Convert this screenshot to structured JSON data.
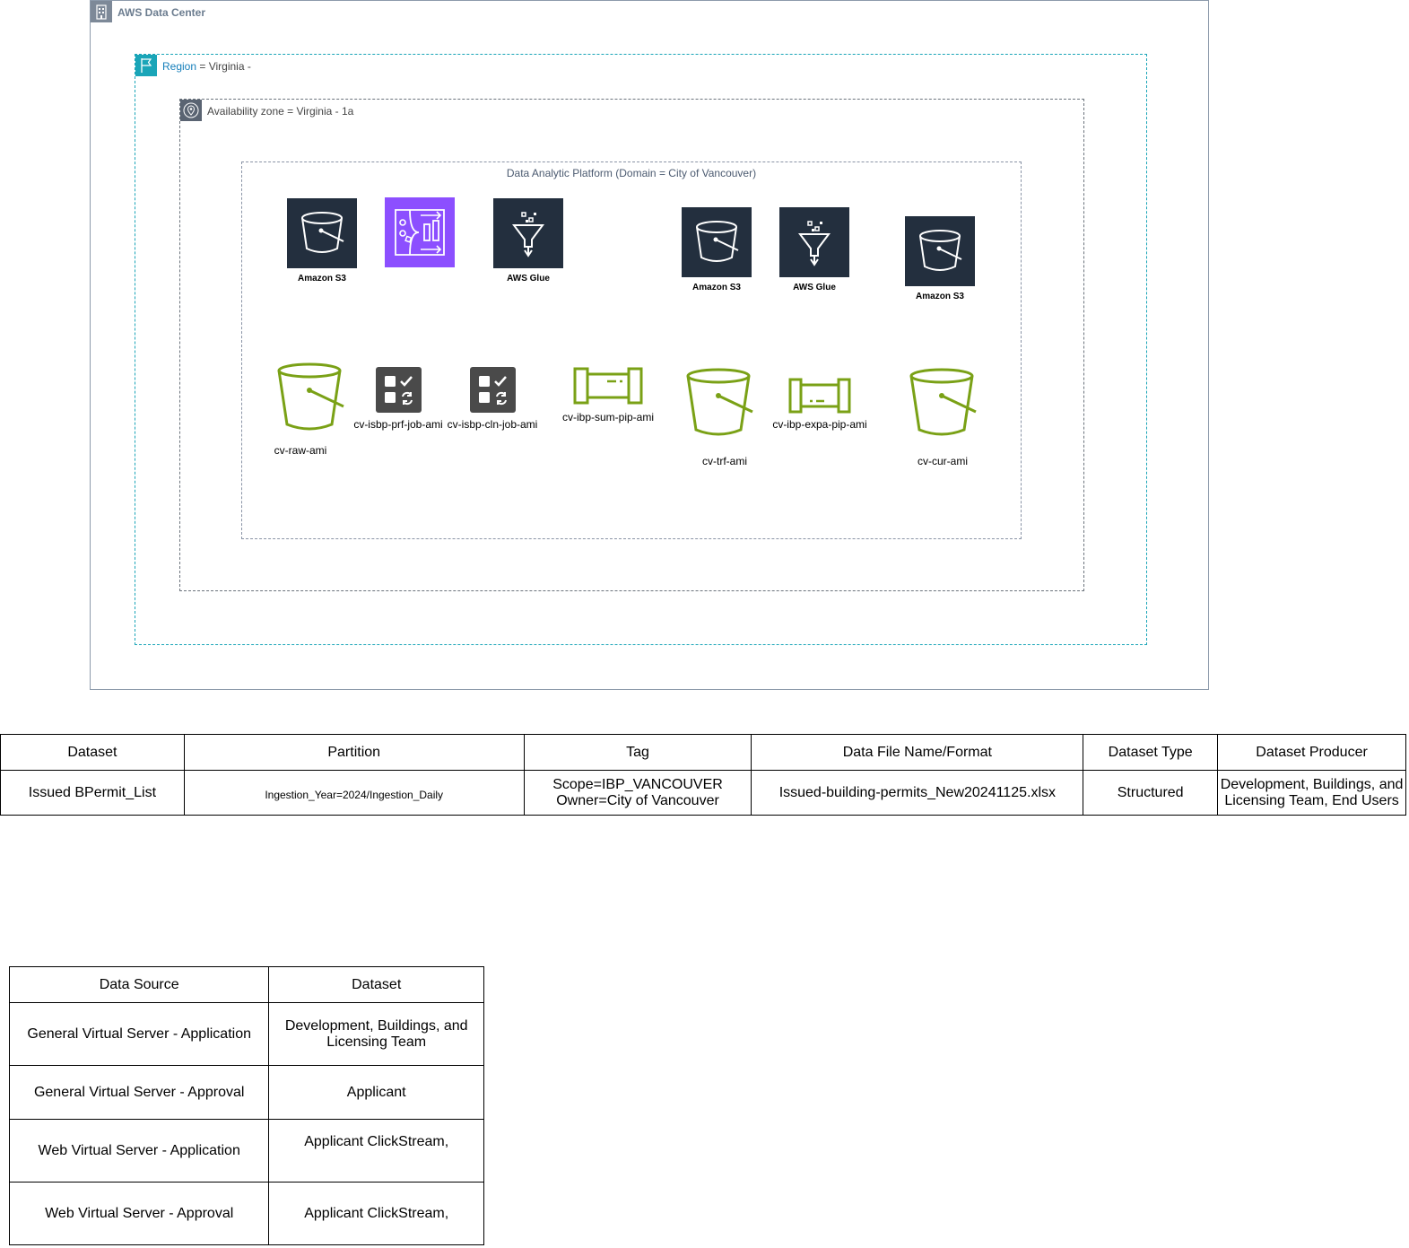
{
  "diagram": {
    "data_center_title": "AWS Data Center",
    "region_key": "Region",
    "region_rest": " = Virginia -",
    "az_title": "Availability zone = Virginia - 1a",
    "platform_title": "Data Analytic Platform (Domain = City of Vancouver)",
    "services": [
      "Amazon S3",
      "AWS Glue",
      "Amazon S3",
      "AWS Glue",
      "Amazon S3"
    ],
    "resources": [
      "cv-raw-ami",
      "cv-isbp-prf-job-ami",
      "cv-isbp-cln-job-ami",
      "cv-ibp-sum-pip-ami",
      "cv-trf-ami",
      "cv-ibp-expa-pip-ami",
      "cv-cur-ami"
    ],
    "colors": {
      "dc_border": "#8c9aab",
      "region_teal": "#1aa5b8",
      "region_text": "#147eba",
      "s3_dark": "#232f3e",
      "databrew_purple": "#8c4fff",
      "bucket_green": "#7aa116",
      "job_gray": "#4a4a4a"
    }
  },
  "dataset_table": {
    "headers": [
      "Dataset",
      "Partition",
      "Tag",
      "Data File Name/Format",
      "Dataset Type",
      "Dataset Producer"
    ],
    "row": {
      "dataset": "Issued BPermit_List",
      "partition": "Ingestion_Year=2024/Ingestion_Daily",
      "tag_line1": "Scope=IBP_VANCOUVER",
      "tag_line2": "Owner=City of Vancouver",
      "file": "Issued-building-permits_New20241125.xlsx",
      "type": "Structured",
      "producer_line1": "Development, Buildings, and",
      "producer_line2": "Licensing Team, End Users"
    }
  },
  "source_table": {
    "headers": [
      "Data Source",
      "Dataset"
    ],
    "rows": [
      {
        "source": "General Virtual Server - Application",
        "dataset_line1": "Development, Buildings, and",
        "dataset_line2": "Licensing Team"
      },
      {
        "source": "General Virtual Server - Approval",
        "dataset_line1": "Applicant",
        "dataset_line2": ""
      },
      {
        "source": "Web Virtual Server - Application",
        "dataset_line1": "Applicant ClickStream,",
        "dataset_line2": ""
      },
      {
        "source": "Web Virtual Server - Approval",
        "dataset_line1": "Applicant ClickStream,",
        "dataset_line2": ""
      }
    ]
  }
}
